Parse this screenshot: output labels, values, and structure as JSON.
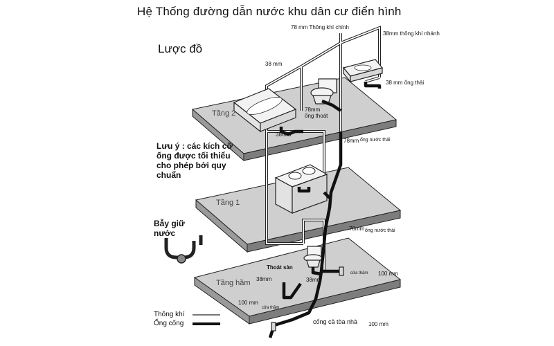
{
  "title": "Hệ Thống đường dẫn nước khu dân cư điển hình",
  "subtitle": "Lược đồ",
  "note": "Lưu ý : các kích cỡ ống được tối thiểu cho phép bởi quy chuẩn",
  "trap_label": "Bẫy giữ nước",
  "floors": {
    "floor2": "Tầng 2",
    "floor1": "Tầng 1",
    "basement": "Tầng hầm"
  },
  "labels": {
    "main_vent": "78 mm Thông khí chính",
    "branch_vent": "38mm thông khí nhánh",
    "vent_38_top": "38 mm",
    "waste_38_top": "38 mm ống thải",
    "drain_78_top": "78mm",
    "drain_78_top_2": "ống thoát",
    "size_38_floor2": "38mm",
    "waste_78_floor2": "78mm",
    "waste_78_floor2_2": "ống nước thải",
    "waste_78_floor1": "78mm",
    "waste_78_floor1_2": "ống nước thải",
    "floor_drain": "Thoát sàn",
    "size_38_base_left": "38mm",
    "size_38_base_mid": "38mm",
    "cleanout_right": "cửa thăm",
    "size_100_right": "100 mm",
    "size_100_left": "100 mm",
    "cleanout_left": "cửa thăm",
    "building_sewer": "cống cả tòa nhà",
    "size_100_bottom": "100 mm"
  },
  "legend": {
    "vent": "Thông khí",
    "sewer": "Ống cống"
  }
}
